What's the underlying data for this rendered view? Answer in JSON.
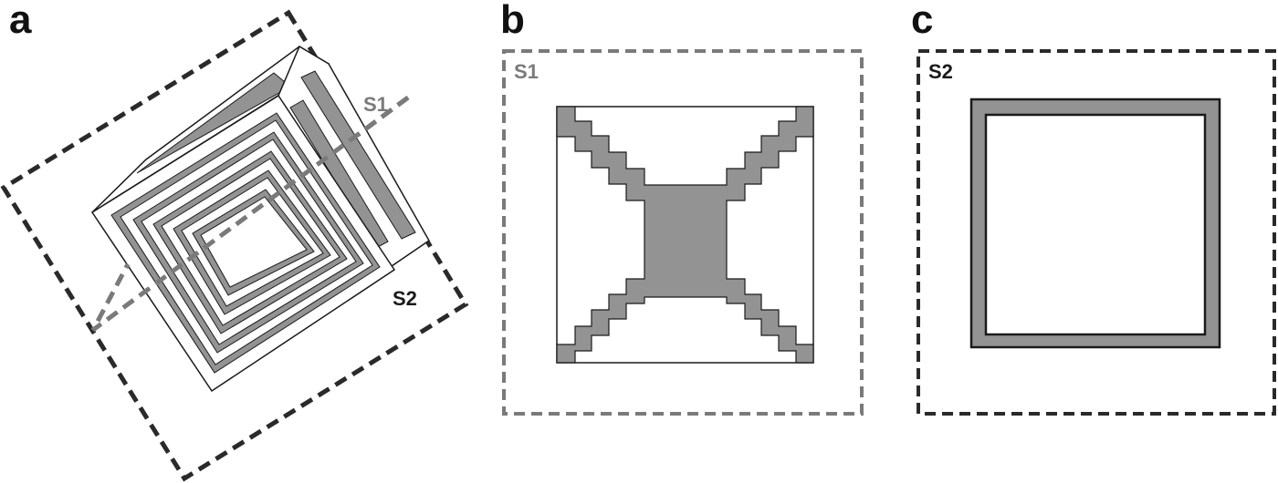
{
  "panels": {
    "a": {
      "letter": "a",
      "s1_label": "S1",
      "s2_label": "S2"
    },
    "b": {
      "letter": "b",
      "section_label": "S1"
    },
    "c": {
      "letter": "c",
      "section_label": "S2"
    }
  },
  "colors": {
    "s1_dash": "#7a7a7a",
    "s2_dash": "#2a2a2a",
    "fill_gray": "#939393",
    "outline": "#1a1a1a",
    "background": "#ffffff"
  }
}
